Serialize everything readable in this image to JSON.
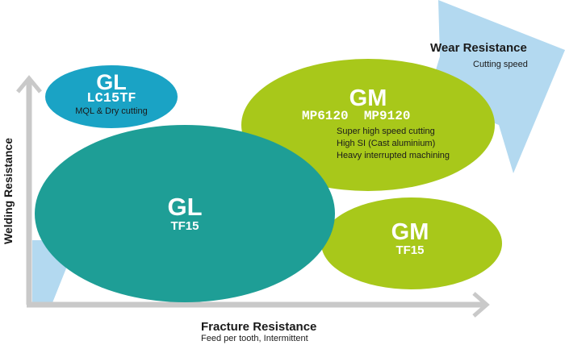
{
  "wear_axis": {
    "title": "Wear Resistance",
    "subtitle": "Cutting speed"
  },
  "x_axis": {
    "title": "Fracture Resistance",
    "subtitle": "Feed per tooth, Intermittent"
  },
  "y_axis": {
    "title": "Welding Resistance"
  },
  "groups": {
    "gl_lc15tf": {
      "code": "GL",
      "grade": "LC15TF",
      "desc": "MQL & Dry cutting",
      "color": "#1aa3c5"
    },
    "gm_mp": {
      "code": "GM",
      "grade": "MP6120  MP9120",
      "lines": [
        "Super high speed cutting",
        "High SI (Cast aluminium)",
        "Heavy interrupted machining"
      ],
      "color": "#a8c81a"
    },
    "gl_tf15": {
      "code": "GL",
      "grade": "TF15",
      "color": "#1e9e96"
    },
    "gm_tf15": {
      "code": "GM",
      "grade": "TF15",
      "color": "#a8c81a"
    }
  },
  "colors": {
    "axis": "#c9c9c9",
    "wedge": "#b3d9f0"
  }
}
